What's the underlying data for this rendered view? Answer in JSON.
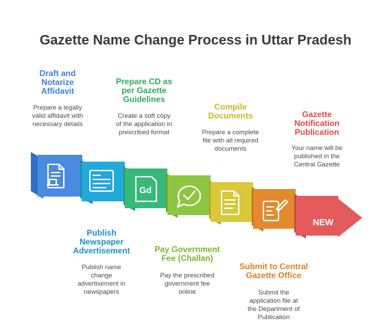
{
  "title": "Gazette Name Change Process in Uttar Pradesh",
  "colors": {
    "blue": "#4a8be0",
    "cyan": "#23a9d9",
    "green": "#37b97a",
    "lime": "#8cc63f",
    "yellow": "#d8c83a",
    "orange": "#e48a2e",
    "red": "#e25a5a"
  },
  "steps": [
    {
      "title": "Draft and\nNotarize\nAffidavit",
      "description": "Prepare a legally\nvalid affidavit with\nnecessary details",
      "icon": "affidavit-stamp-icon",
      "color": "#3a7ee0"
    },
    {
      "title": "Publish\nNewspaper\nAdvertisement",
      "description": "Publish name\nchange\nadvertisement in\nnewspapers",
      "icon": "newspaper-icon",
      "color": "#1f8fc3"
    },
    {
      "title": "Prepare CD as\nper Gazette\nGuidelines",
      "description": "Create a soft copy\nof the application in\nprescribed format",
      "icon": "gd-document-icon",
      "color": "#2bab5c"
    },
    {
      "title": "Pay Government\nFee (Challan)",
      "description": "Pay the prescribed\ngovernment fee\nonline",
      "icon": "payment-check-icon",
      "color": "#7ab62e"
    },
    {
      "title": "Compile\nDocuments",
      "description": "Prepare a complete\nfile with all required\ndocuments",
      "icon": "document-file-icon",
      "color": "#c9b81a"
    },
    {
      "title": "Submit to Central\nGazette Office",
      "description": "Submit the\napplication file at\nthe Department of\nPublication",
      "icon": "signed-form-icon",
      "color": "#e07e23"
    },
    {
      "title": "Gazette\nNotification\nPublication",
      "description": "Your name will be\npublished in the\nCentral Gazette",
      "icon": "new-badge-icon",
      "color": "#e04848"
    }
  ],
  "new_badge_text": "NEW"
}
